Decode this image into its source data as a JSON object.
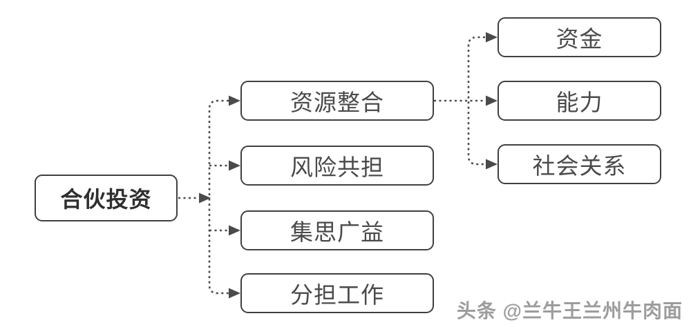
{
  "diagram": {
    "type": "flowchart",
    "root": {
      "label": "合伙投资"
    },
    "level1": [
      {
        "label": "资源整合"
      },
      {
        "label": "风险共担"
      },
      {
        "label": "集思广益"
      },
      {
        "label": "分担工作"
      }
    ],
    "level2": [
      {
        "label": "资金"
      },
      {
        "label": "能力"
      },
      {
        "label": "社会关系"
      }
    ],
    "edges": [
      {
        "from": "合伙投资",
        "to": "资源整合"
      },
      {
        "from": "合伙投资",
        "to": "风险共担"
      },
      {
        "from": "合伙投资",
        "to": "集思广益"
      },
      {
        "from": "合伙投资",
        "to": "分担工作"
      },
      {
        "from": "资源整合",
        "to": "资金"
      },
      {
        "from": "资源整合",
        "to": "能力"
      },
      {
        "from": "资源整合",
        "to": "社会关系"
      }
    ]
  },
  "watermark": {
    "text": "头条 @兰牛王兰州牛肉面"
  },
  "colors": {
    "line": "#4a4a4a",
    "box_border": "#3f3f3f",
    "text": "#3a3a3a",
    "watermark": "#9c9c9c",
    "background": "#ffffff"
  }
}
